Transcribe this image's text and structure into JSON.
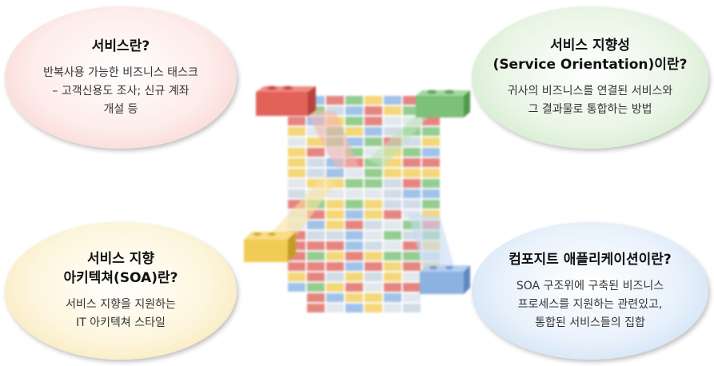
{
  "bubbles": {
    "top_left": {
      "title": "서비스란?",
      "body": "반복사용 가능한 비즈니스 태스크\n– 고객신용도 조사; 신규 계좌\n개설 등"
    },
    "top_right": {
      "title": "서비스 지향성\n(Service Orientation)이란?",
      "body": "귀사의 비즈니스를 연결된 서비스와\n그 결과물로 통합하는 방법"
    },
    "bottom_left": {
      "title": "서비스 지향\n아키텍쳐(SOA)란?",
      "body": "서비스 지향을 지원하는\nIT 아키텍쳐 스타일"
    },
    "bottom_right": {
      "title": "컴포지트 애플리케이션이란?",
      "body": "SOA 구조위에 구축된 비즈니스\n프로세스를 지원하는 관련있고,\n통합된 서비스들의 집합"
    }
  },
  "colors": {
    "red_block": "#e2625a",
    "green_block": "#7cc07a",
    "yellow_block": "#f0cc55",
    "blue_block": "#8bb2e0",
    "grid_red": "#e0706a",
    "grid_green": "#82c47e",
    "grid_yellow": "#f2d063",
    "grid_blue": "#90b8e6"
  }
}
